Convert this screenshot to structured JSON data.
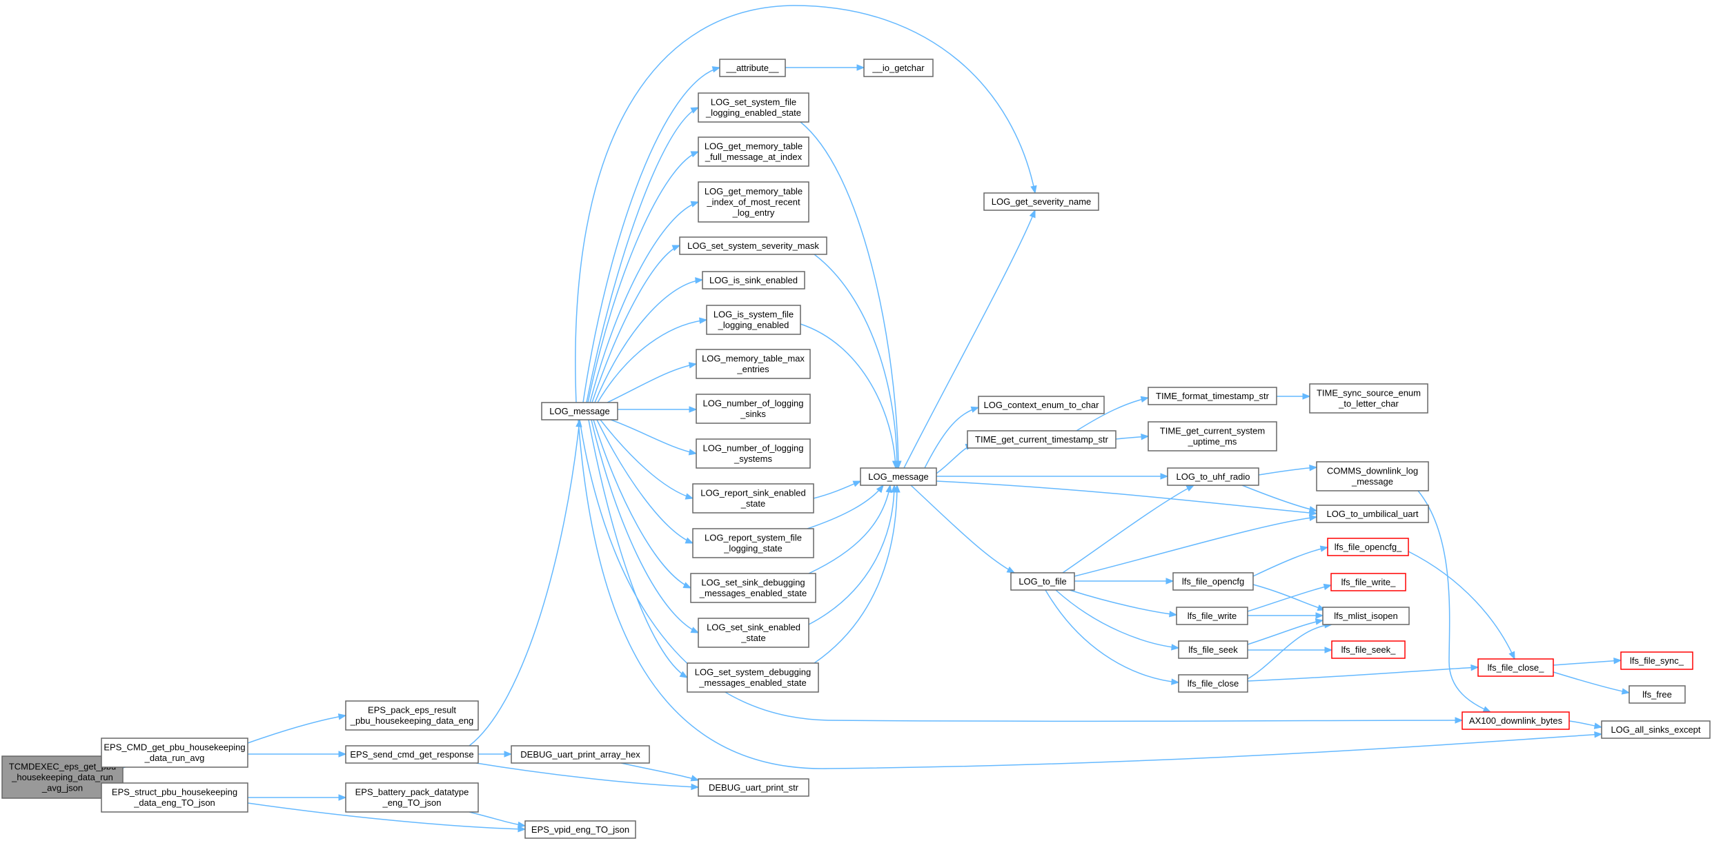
{
  "nodes": [
    {
      "id": "tcm",
      "lines": [
        "TCMDEXEC_eps_get_pbu",
        "_housekeeping_data_run",
        "_avg_json"
      ],
      "style": "root"
    },
    {
      "id": "eps_cmd",
      "lines": [
        "EPS_CMD_get_pbu_housekeeping",
        "_data_run_avg"
      ]
    },
    {
      "id": "eps_struct",
      "lines": [
        "EPS_struct_pbu_housekeeping",
        "_data_eng_TO_json"
      ]
    },
    {
      "id": "eps_pack",
      "lines": [
        "EPS_pack_eps_result",
        "_pbu_housekeeping_data_eng"
      ]
    },
    {
      "id": "eps_send",
      "lines": [
        "EPS_send_cmd_get_response"
      ]
    },
    {
      "id": "eps_batt",
      "lines": [
        "EPS_battery_pack_datatype",
        "_eng_TO_json"
      ]
    },
    {
      "id": "eps_vpid",
      "lines": [
        "EPS_vpid_eng_TO_json"
      ]
    },
    {
      "id": "dbg_hex",
      "lines": [
        "DEBUG_uart_print_array_hex"
      ]
    },
    {
      "id": "dbg_str",
      "lines": [
        "DEBUG_uart_print_str"
      ]
    },
    {
      "id": "log_msg1",
      "lines": [
        "LOG_message"
      ]
    },
    {
      "id": "attr",
      "lines": [
        "__attribute__"
      ]
    },
    {
      "id": "io_getchar",
      "lines": [
        "__io_getchar"
      ]
    },
    {
      "id": "set_sys_file",
      "lines": [
        "LOG_set_system_file",
        "_logging_enabled_state"
      ]
    },
    {
      "id": "get_mem_full",
      "lines": [
        "LOG_get_memory_table",
        "_full_message_at_index"
      ]
    },
    {
      "id": "get_mem_idx",
      "lines": [
        "LOG_get_memory_table",
        "_index_of_most_recent",
        "_log_entry"
      ]
    },
    {
      "id": "set_sev_mask",
      "lines": [
        "LOG_set_system_severity_mask"
      ]
    },
    {
      "id": "is_sink",
      "lines": [
        "LOG_is_sink_enabled"
      ]
    },
    {
      "id": "is_sys_file",
      "lines": [
        "LOG_is_system_file",
        "_logging_enabled"
      ]
    },
    {
      "id": "mem_max",
      "lines": [
        "LOG_memory_table_max",
        "_entries"
      ]
    },
    {
      "id": "num_sinks",
      "lines": [
        "LOG_number_of_logging",
        "_sinks"
      ]
    },
    {
      "id": "num_sys",
      "lines": [
        "LOG_number_of_logging",
        "_systems"
      ]
    },
    {
      "id": "rep_sink",
      "lines": [
        "LOG_report_sink_enabled",
        "_state"
      ]
    },
    {
      "id": "rep_sys_file",
      "lines": [
        "LOG_report_system_file",
        "_logging_state"
      ]
    },
    {
      "id": "set_sink_dbg",
      "lines": [
        "LOG_set_sink_debugging",
        "_messages_enabled_state"
      ]
    },
    {
      "id": "set_sink_en",
      "lines": [
        "LOG_set_sink_enabled",
        "_state"
      ]
    },
    {
      "id": "set_sys_dbg",
      "lines": [
        "LOG_set_system_debugging",
        "_messages_enabled_state"
      ]
    },
    {
      "id": "log_msg2",
      "lines": [
        "LOG_message"
      ]
    },
    {
      "id": "get_sev",
      "lines": [
        "LOG_get_severity_name"
      ]
    },
    {
      "id": "ctx_enum",
      "lines": [
        "LOG_context_enum_to_char"
      ]
    },
    {
      "id": "time_cur",
      "lines": [
        "TIME_get_current_timestamp_str"
      ]
    },
    {
      "id": "time_fmt",
      "lines": [
        "TIME_format_timestamp_str"
      ]
    },
    {
      "id": "time_sync",
      "lines": [
        "TIME_sync_source_enum",
        "_to_letter_char"
      ]
    },
    {
      "id": "time_up",
      "lines": [
        "TIME_get_current_system",
        "_uptime_ms"
      ]
    },
    {
      "id": "uhf",
      "lines": [
        "LOG_to_uhf_radio"
      ]
    },
    {
      "id": "comms",
      "lines": [
        "COMMS_downlink_log",
        "_message"
      ]
    },
    {
      "id": "umb",
      "lines": [
        "LOG_to_umbilical_uart"
      ]
    },
    {
      "id": "to_file",
      "lines": [
        "LOG_to_file"
      ]
    },
    {
      "id": "opencfg_",
      "lines": [
        "lfs_file_opencfg_"
      ],
      "style": "red"
    },
    {
      "id": "opencfg",
      "lines": [
        "lfs_file_opencfg"
      ]
    },
    {
      "id": "write_",
      "lines": [
        "lfs_file_write_"
      ],
      "style": "red"
    },
    {
      "id": "write",
      "lines": [
        "lfs_file_write"
      ]
    },
    {
      "id": "mlist",
      "lines": [
        "lfs_mlist_isopen"
      ]
    },
    {
      "id": "seek",
      "lines": [
        "lfs_file_seek"
      ]
    },
    {
      "id": "seek_",
      "lines": [
        "lfs_file_seek_"
      ],
      "style": "red"
    },
    {
      "id": "fclose",
      "lines": [
        "lfs_file_close"
      ]
    },
    {
      "id": "fclose_",
      "lines": [
        "lfs_file_close_"
      ],
      "style": "red"
    },
    {
      "id": "sync_",
      "lines": [
        "lfs_file_sync_"
      ],
      "style": "red"
    },
    {
      "id": "free",
      "lines": [
        "lfs_free"
      ]
    },
    {
      "id": "ax100",
      "lines": [
        "AX100_downlink_bytes"
      ],
      "style": "red"
    },
    {
      "id": "all_sinks",
      "lines": [
        "LOG_all_sinks_except"
      ]
    }
  ],
  "colors": {
    "edge": "#63b8ff",
    "node_border": "#666666",
    "root_fill": "#999999",
    "red_border": "#ff0000"
  }
}
